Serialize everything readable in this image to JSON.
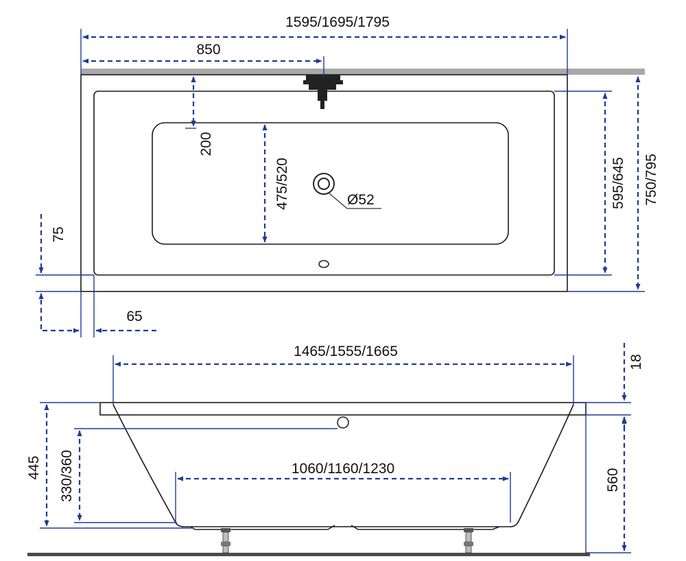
{
  "top_view": {
    "overall_length": "1595/1695/1795",
    "drain_offset": "850",
    "drain_depth": "200",
    "inner_width": "475/520",
    "rim_inner_width": "595/645",
    "overall_width": "750/795",
    "rim_side": "75",
    "rim_end": "65",
    "overflow_diameter": "Ø52"
  },
  "side_view": {
    "top_length": "1465/1555/1665",
    "bottom_length": "1060/1160/1230",
    "rim_thickness": "18",
    "total_height": "445",
    "inner_depth": "330/360",
    "height_with_legs": "560"
  },
  "colors": {
    "dimension": "#1f3a93",
    "outline": "#1a1a1a",
    "wall": "#a8a8a8"
  }
}
